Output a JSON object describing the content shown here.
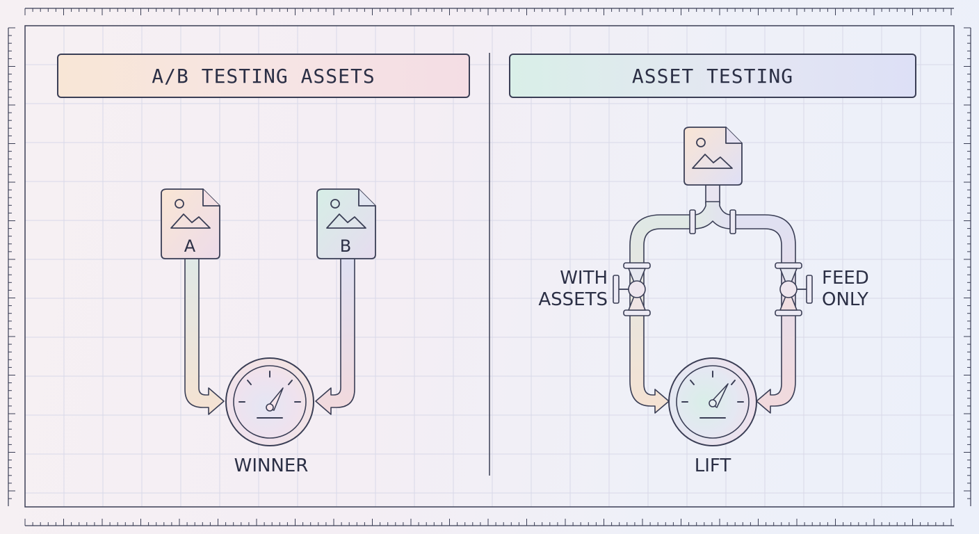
{
  "panels": {
    "left": {
      "title": "A/B TESTING ASSETS",
      "asset_a_label": "A",
      "asset_b_label": "B",
      "gauge_label": "WINNER"
    },
    "right": {
      "title": "ASSET TESTING",
      "left_branch_label": "WITH\nASSETS",
      "right_branch_label": "FEED\nONLY",
      "gauge_label": "LIFT"
    }
  },
  "icons": {
    "asset": "image-file-icon",
    "gauge": "gauge-icon",
    "valve": "valve-icon"
  },
  "colors": {
    "stroke": "#3a3e55",
    "peach": "#f8e2d2",
    "pink": "#f2dbe4",
    "mint": "#d8eee6",
    "lavender": "#dfe0f4",
    "grid": "#d6d6e6"
  }
}
